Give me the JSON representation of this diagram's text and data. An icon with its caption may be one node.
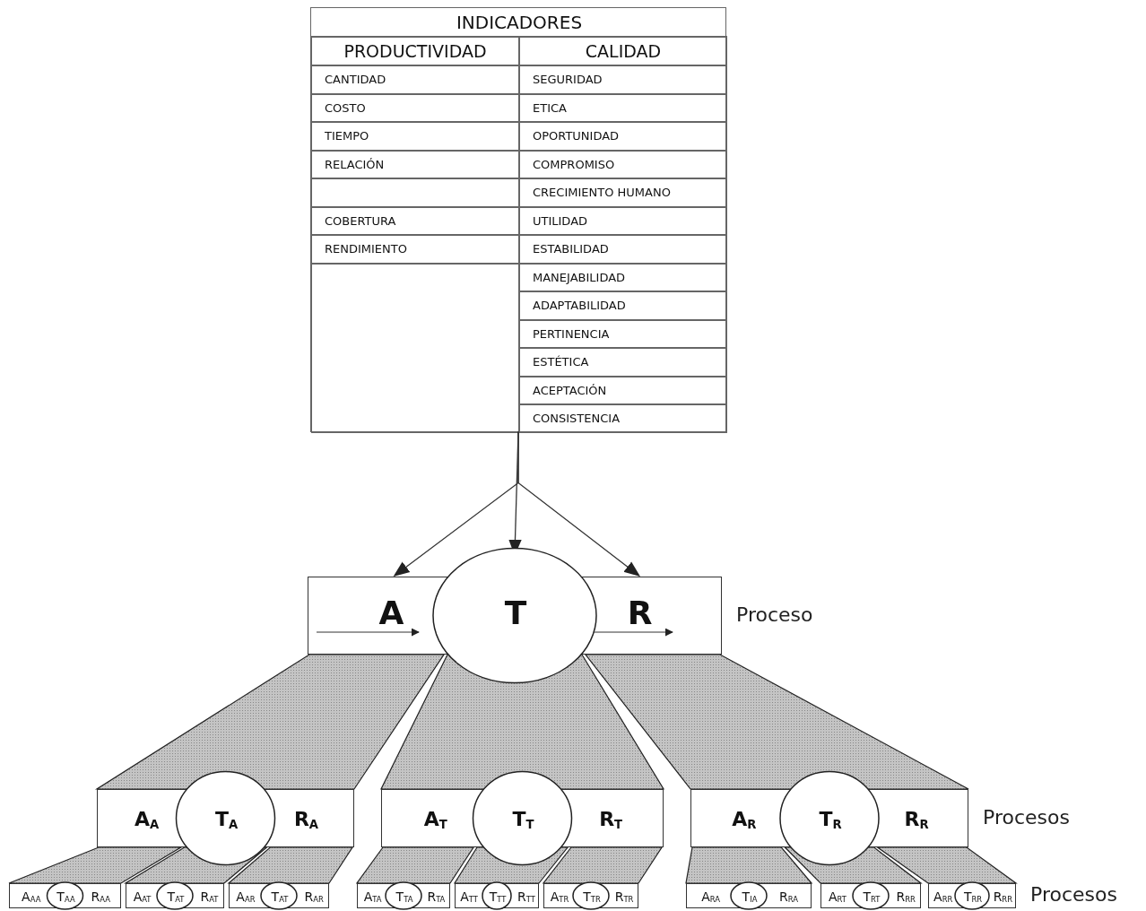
{
  "diagram": {
    "nodes": [
      {
        "text": [
          "INDICADORES"
        ]
      },
      {
        "text": [
          "A",
          "T",
          "R"
        ],
        "beside": [
          "Proceso"
        ]
      },
      {
        "text": [
          "A$_{A}$",
          "T$_{A}$",
          "R$_{A}$"
        ]
      },
      {
        "text": [
          "A$_{T}$",
          "T$_{T}$",
          "R$_{T}$"
        ]
      },
      {
        "text": [
          "A$_{R}$",
          "T$_{R}$",
          "R$_{R}$"
        ],
        "beside": [
          "Procesos"
        ]
      },
      {
        "text": [
          "A$_{AA}$",
          "T$_{AA}$",
          "R$_{AA}$"
        ]
      },
      {
        "text": [
          "A$_{AT}$",
          "T$_{AT}$",
          "R$_{AT}$"
        ]
      },
      {
        "text": [
          "A$_{AR}$",
          "T$_{AT}$",
          "R$_{AR}$"
        ]
      },
      {
        "text": [
          "A$_{TA}$",
          "T$_{TA}$",
          "R$_{TA}$"
        ]
      },
      {
        "text": [
          "A$_{TT}$",
          "T$_{TT}$",
          "R$_{TT}$"
        ]
      },
      {
        "text": [
          "A$_{TR}$",
          "T$_{TR}$",
          "R$_{TR}$"
        ]
      },
      {
        "text": [
          "A$_{RA}$",
          "T$_{IA}$",
          "R$_{RA}$"
        ]
      },
      {
        "text": [
          "A$_{RT}$",
          "T$_{RT}$",
          "R$_{RR}$"
        ]
      },
      {
        "text": [
          "A$_{RR}$",
          "T$_{RR}$",
          "R$_{RR}$"
        ],
        "beside": [
          "Procesos"
        ]
      }
    ],
    "edges": [
      {
        "from": 0,
        "to": 1,
        "arrow": "to"
      },
      {
        "from": 0,
        "to": 1,
        "arrow": "to"
      },
      {
        "from": 0,
        "to": 1,
        "arrow": "to"
      }
    ],
    "labels": [
      "PRODUCTIVIDAD",
      "CALIDAD",
      "CANTIDAD",
      "SEGURIDAD",
      "COSTO",
      "ETICA",
      "TIEMPO",
      "OPORTUNIDAD",
      "RELACIÓN",
      "COMPROMISO",
      "CRECIMIENTO HUMANO",
      "COBERTURA",
      "UTILIDAD",
      "RENDIMIENTO",
      "ESTABILIDAD",
      "MANEJABILIDAD",
      "ADAPTABILIDAD",
      "PERTINENCIA",
      "ESTÉTICA",
      "ACEPTACIÓN",
      "CONSISTENCIA"
    ]
  }
}
